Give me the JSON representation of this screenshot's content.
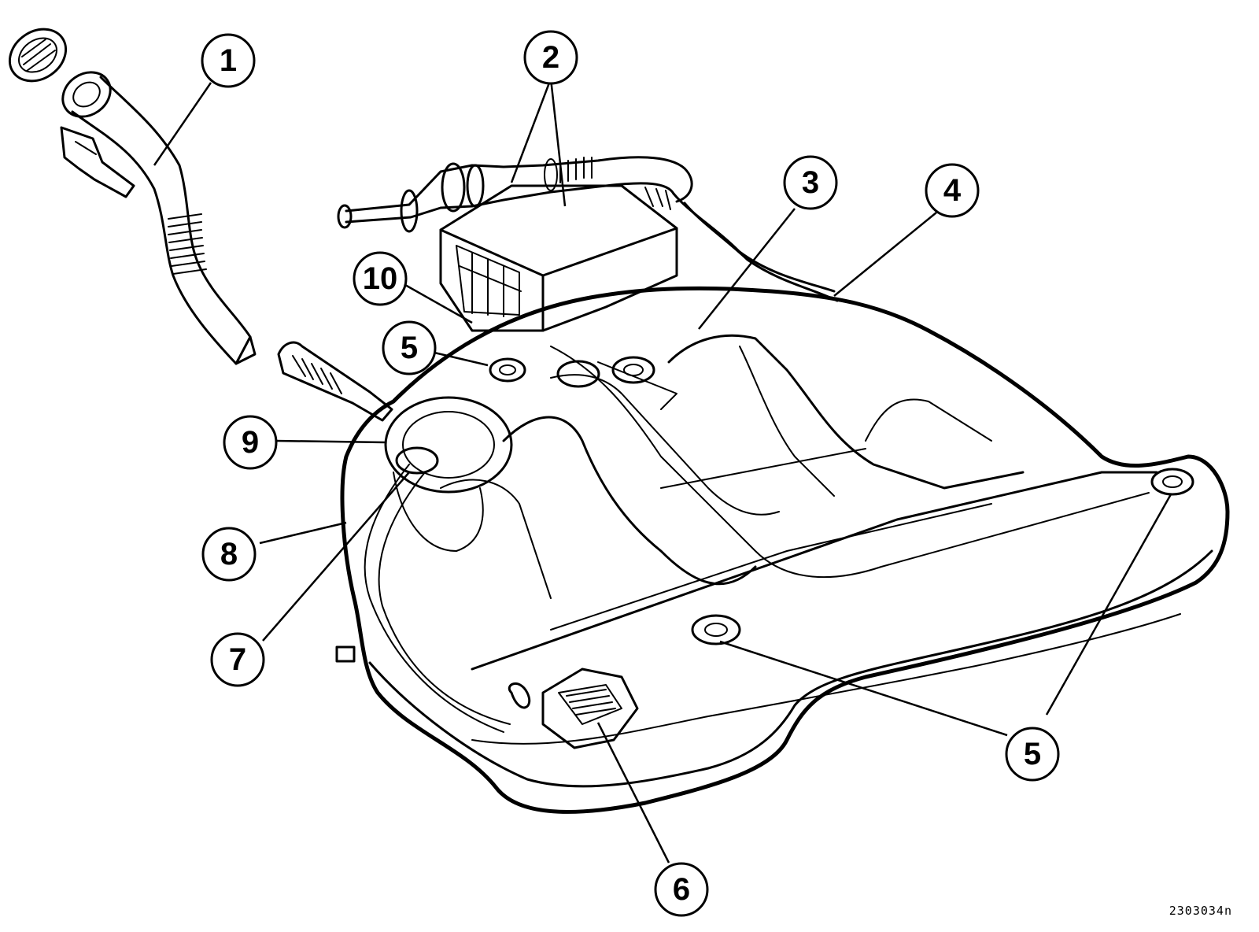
{
  "callouts": [
    {
      "id": "c1",
      "label": "1"
    },
    {
      "id": "c2",
      "label": "2"
    },
    {
      "id": "c3",
      "label": "3"
    },
    {
      "id": "c4",
      "label": "4"
    },
    {
      "id": "c5a",
      "label": "5"
    },
    {
      "id": "c5b",
      "label": "5"
    },
    {
      "id": "c6",
      "label": "6"
    },
    {
      "id": "c7",
      "label": "7"
    },
    {
      "id": "c8",
      "label": "8"
    },
    {
      "id": "c9",
      "label": "9"
    },
    {
      "id": "c10",
      "label": "10"
    }
  ],
  "reference_code": "2303034n"
}
